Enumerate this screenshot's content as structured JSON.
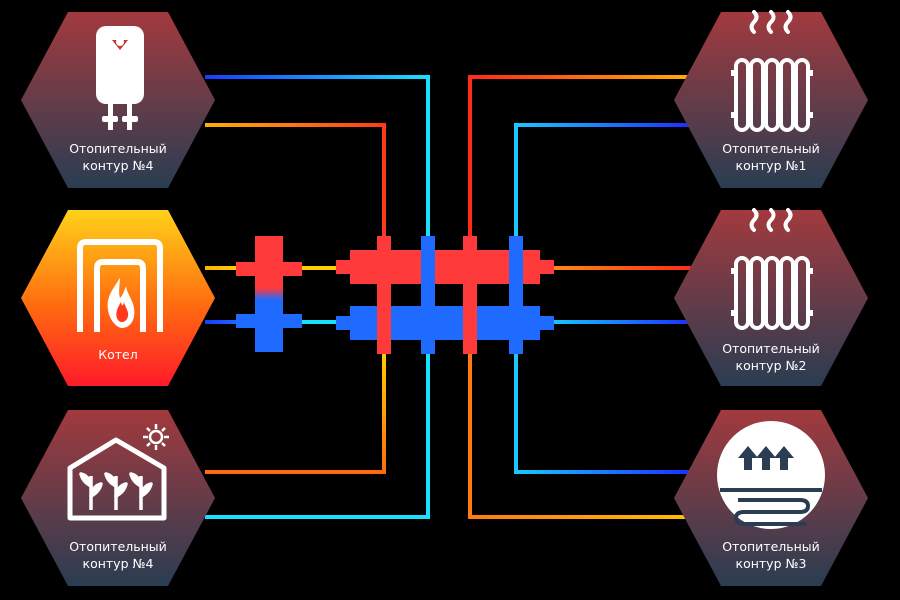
{
  "nodes": {
    "water_heater": {
      "line1": "Отопительный",
      "line2": "контур  №4",
      "icon": "water-heater-icon"
    },
    "boiler": {
      "line1": "Котел",
      "line2": "",
      "icon": "boiler-flame-icon"
    },
    "greenhouse": {
      "line1": "Отопительный",
      "line2": "контур  №4",
      "icon": "greenhouse-icon"
    },
    "circuit1": {
      "line1": "Отопительный",
      "line2": "контур  №1",
      "icon": "radiator-icon"
    },
    "circuit2": {
      "line1": "Отопительный",
      "line2": "контур  №2",
      "icon": "radiator-icon"
    },
    "circuit3": {
      "line1": "Отопительный",
      "line2": "контур  №3",
      "icon": "underfloor-heating-icon"
    }
  },
  "colors": {
    "hex_top": "#a23a3e",
    "hex_bottom": "#2a3d52",
    "boiler_top": "#ffd21a",
    "boiler_bottom": "#ff1a1a",
    "hot": "#ff3a3a",
    "cold": "#1f6bff",
    "hot_pipe": "#ff4a1a",
    "warm_pipe": "#ffb000",
    "cold_pipe": "#1a3cff",
    "cyan_pipe": "#19e0ff"
  }
}
